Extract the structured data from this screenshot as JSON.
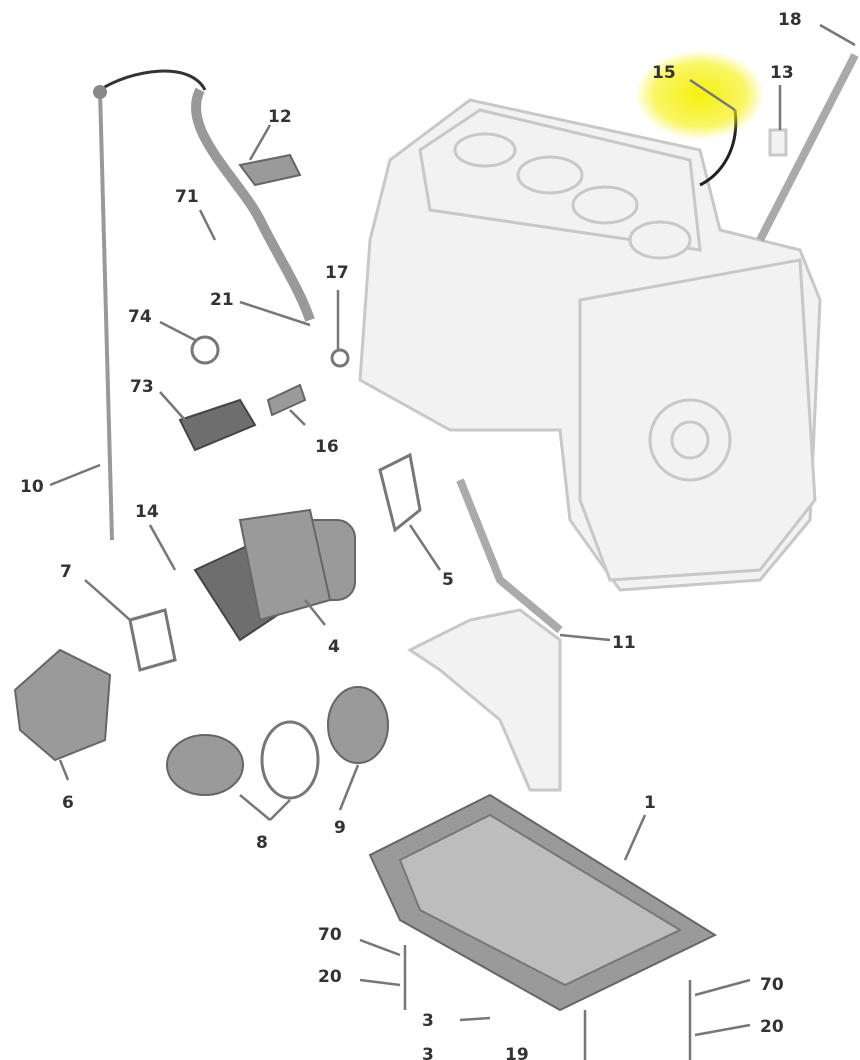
{
  "diagram": {
    "highlight_color": "#f5f000",
    "callouts": {
      "c18": "18",
      "c15": "15",
      "c13": "13",
      "c12": "12",
      "c71": "71",
      "c17": "17",
      "c21": "21",
      "c74": "74",
      "c73": "73",
      "c16": "16",
      "c10": "10",
      "c14": "14",
      "c7": "7",
      "c5": "5",
      "c4": "4",
      "c11": "11",
      "c6": "6",
      "c8": "8",
      "c9": "9",
      "c1": "1",
      "c70a": "70",
      "c20a": "20",
      "c3a": "3",
      "c3b": "3",
      "c19": "19",
      "c70b": "70",
      "c20b": "20"
    }
  }
}
